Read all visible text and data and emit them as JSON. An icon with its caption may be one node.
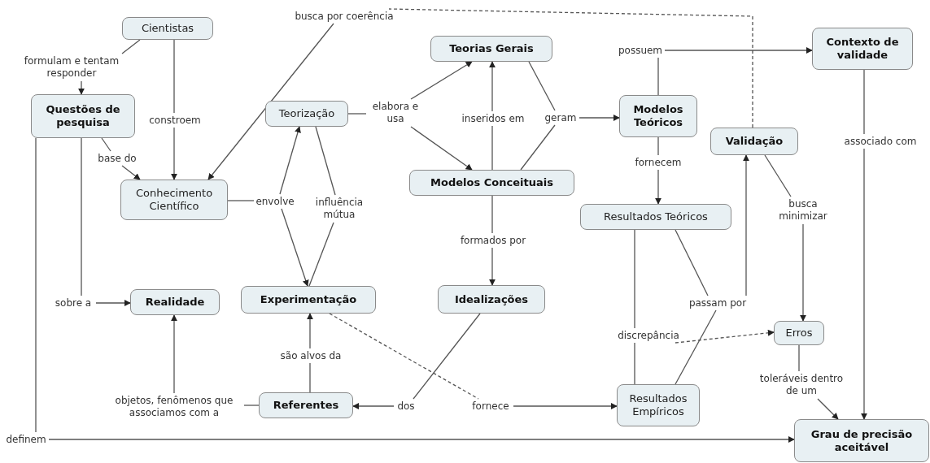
{
  "diagram": {
    "nodes": [
      {
        "text": [
          "Cientistas"
        ]
      },
      {
        "text": [
          "Questões de pesquisa"
        ]
      },
      {
        "text": [
          "Conhecimento Científico"
        ]
      },
      {
        "text": [
          "Teorização"
        ]
      },
      {
        "text": [
          "Teorias Gerais"
        ]
      },
      {
        "text": [
          "Modelos Conceituais"
        ]
      },
      {
        "text": [
          "Modelos Teóricos"
        ]
      },
      {
        "text": [
          "Contexto de validade"
        ]
      },
      {
        "text": [
          "Validação"
        ]
      },
      {
        "text": [
          "Resultados Teóricos"
        ]
      },
      {
        "text": [
          "Realidade"
        ]
      },
      {
        "text": [
          "Experimentação"
        ]
      },
      {
        "text": [
          "Idealizações"
        ]
      },
      {
        "text": [
          "Erros"
        ]
      },
      {
        "text": [
          "Referentes"
        ]
      },
      {
        "text": [
          "Resultados Empíricos"
        ]
      },
      {
        "text": [
          "Grau de precisão aceitável"
        ]
      },
      {
        "text": [
          "formulam e tentam responder"
        ]
      },
      {
        "text": [
          "constroem"
        ]
      },
      {
        "text": [
          "busca por coerência"
        ]
      },
      {
        "text": [
          "base do"
        ]
      },
      {
        "text": [
          "envolve"
        ]
      },
      {
        "text": [
          "influência mútua"
        ]
      },
      {
        "text": [
          "elabora e usa"
        ]
      },
      {
        "text": [
          "inseridos em"
        ]
      },
      {
        "text": [
          "geram"
        ]
      },
      {
        "text": [
          "possuem"
        ]
      },
      {
        "text": [
          "fornecem"
        ]
      },
      {
        "text": [
          "associado com"
        ]
      },
      {
        "text": [
          "formados por"
        ]
      },
      {
        "text": [
          "sobre a"
        ]
      },
      {
        "text": [
          "discrepância"
        ]
      },
      {
        "text": [
          "passam por"
        ]
      },
      {
        "text": [
          "busca minimizar"
        ]
      },
      {
        "text": [
          "são alvos da"
        ]
      },
      {
        "text": [
          "objetos, fenômenos que associamos com a"
        ]
      },
      {
        "text": [
          "dos"
        ]
      },
      {
        "text": [
          "fornece"
        ]
      },
      {
        "text": [
          "toleráveis dentro de um"
        ]
      },
      {
        "text": [
          "definem"
        ]
      }
    ],
    "edges": [
      {
        "from": 0,
        "to": 17,
        "arrow": "none"
      },
      {
        "from": 17,
        "to": 1,
        "arrow": "to"
      },
      {
        "from": 0,
        "to": 18,
        "arrow": "none"
      },
      {
        "from": 18,
        "to": 2,
        "arrow": "to"
      },
      {
        "from": 1,
        "to": 20,
        "arrow": "none"
      },
      {
        "from": 20,
        "to": 2,
        "arrow": "to"
      },
      {
        "from": 1,
        "to": 30,
        "arrow": "none"
      },
      {
        "from": 30,
        "to": 10,
        "arrow": "to"
      },
      {
        "from": 1,
        "to": 39,
        "arrow": "none"
      },
      {
        "from": 39,
        "to": 16,
        "arrow": "to"
      },
      {
        "from": 8,
        "to": 19,
        "arrow": "none",
        "style": "dashed"
      },
      {
        "from": 19,
        "to": 2,
        "arrow": "to"
      },
      {
        "from": 2,
        "to": 21,
        "arrow": "none"
      },
      {
        "from": 21,
        "to": 3,
        "arrow": "to"
      },
      {
        "from": 21,
        "to": 11,
        "arrow": "to"
      },
      {
        "from": 3,
        "to": 22,
        "arrow": "none"
      },
      {
        "from": 22,
        "to": 11,
        "arrow": "none"
      },
      {
        "from": 3,
        "to": 23,
        "arrow": "none"
      },
      {
        "from": 23,
        "to": 4,
        "arrow": "to"
      },
      {
        "from": 23,
        "to": 5,
        "arrow": "to"
      },
      {
        "from": 5,
        "to": 24,
        "arrow": "none"
      },
      {
        "from": 24,
        "to": 4,
        "arrow": "to"
      },
      {
        "from": 4,
        "to": 25,
        "arrow": "none"
      },
      {
        "from": 5,
        "to": 25,
        "arrow": "none"
      },
      {
        "from": 25,
        "to": 6,
        "arrow": "to"
      },
      {
        "from": 6,
        "to": 26,
        "arrow": "none"
      },
      {
        "from": 26,
        "to": 7,
        "arrow": "to"
      },
      {
        "from": 6,
        "to": 27,
        "arrow": "none"
      },
      {
        "from": 27,
        "to": 9,
        "arrow": "to"
      },
      {
        "from": 7,
        "to": 28,
        "arrow": "none"
      },
      {
        "from": 28,
        "to": 16,
        "arrow": "to"
      },
      {
        "from": 5,
        "to": 29,
        "arrow": "none"
      },
      {
        "from": 29,
        "to": 12,
        "arrow": "to"
      },
      {
        "from": 12,
        "to": 36,
        "arrow": "none"
      },
      {
        "from": 36,
        "to": 14,
        "arrow": "to"
      },
      {
        "from": 11,
        "to": 37,
        "arrow": "none",
        "style": "dashed"
      },
      {
        "from": 37,
        "to": 15,
        "arrow": "to"
      },
      {
        "from": 14,
        "to": 34,
        "arrow": "none"
      },
      {
        "from": 34,
        "to": 11,
        "arrow": "to"
      },
      {
        "from": 14,
        "to": 35,
        "arrow": "none"
      },
      {
        "from": 35,
        "to": 10,
        "arrow": "to"
      },
      {
        "from": 9,
        "to": 32,
        "arrow": "none"
      },
      {
        "from": 15,
        "to": 32,
        "arrow": "none"
      },
      {
        "from": 32,
        "to": 8,
        "arrow": "to"
      },
      {
        "from": 9,
        "to": 31,
        "arrow": "none"
      },
      {
        "from": 15,
        "to": 31,
        "arrow": "none"
      },
      {
        "from": 31,
        "to": 13,
        "arrow": "to",
        "style": "dashed"
      },
      {
        "from": 8,
        "to": 33,
        "arrow": "none"
      },
      {
        "from": 33,
        "to": 13,
        "arrow": "to"
      },
      {
        "from": 13,
        "to": 38,
        "arrow": "none"
      },
      {
        "from": 38,
        "to": 16,
        "arrow": "to"
      }
    ]
  }
}
